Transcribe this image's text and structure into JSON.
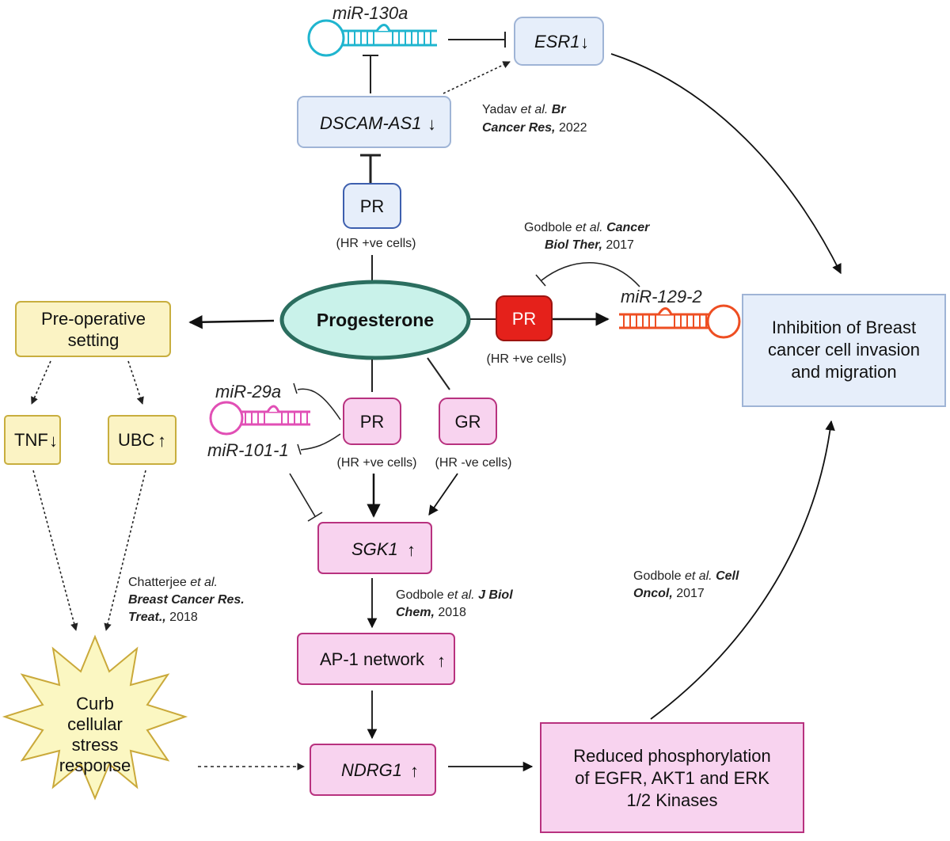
{
  "colors": {
    "blue_box": "#e6eefa",
    "blue_border": "#9fb4d6",
    "pink_box": "#f8d3ef",
    "pink_border": "#b8327f",
    "yellow_box": "#fbf3c4",
    "yellow_border": "#c8ae3e",
    "teal_ellipse": "#c9f2ea",
    "teal_border": "#2b6e5f",
    "red_pr": "#e5211b",
    "cyan_mirna": "#1fb5cf",
    "pink_mirna": "#e14fb5",
    "orange_mirna": "#ee4e22",
    "star_fill": "#fbf7c2",
    "star_border": "#caa93a"
  },
  "nodes": {
    "mir130a": "miR-130a",
    "esr1": "ESR1",
    "dscam": "DSCAM-AS1",
    "pr_top": "PR",
    "pr_top_cells": "(HR +ve cells)",
    "progesterone": "Progesterone",
    "pr_red": "PR",
    "pr_red_cells": "(HR +ve cells)",
    "mir129": "miR-129-2",
    "inhibition_lines": [
      "Inhibition of Breast",
      "cancer cell invasion",
      "and migration"
    ],
    "preop_lines": [
      "Pre-operative",
      "setting"
    ],
    "tnf": "TNF",
    "ubc": "UBC",
    "mir29a": "miR-29a",
    "mir101": "miR-101-1",
    "pr_mid": "PR",
    "pr_mid_cells": "(HR +ve cells)",
    "gr": "GR",
    "gr_cells": "(HR -ve cells)",
    "sgk1": "SGK1",
    "ap1": "AP-1 network",
    "ndrg1": "NDRG1",
    "curb_lines": [
      "Curb",
      "cellular",
      "stress",
      "response"
    ],
    "reduced_lines": [
      "Reduced phosphorylation",
      "of EGFR, AKT1 and ERK",
      "1/2 Kinases"
    ]
  },
  "arrows": {
    "down": "↓",
    "up": "↑"
  },
  "citations": {
    "yadav": {
      "a": "Yadav ",
      "b": "et al. ",
      "c": "Br",
      "d": "Cancer Res,",
      "e": " 2022"
    },
    "godbole_cbt": {
      "a": "Godbole ",
      "b": "et al. ",
      "c": "Cancer",
      "d": "Biol Ther,",
      "e": " 2017"
    },
    "chatterjee": {
      "a": "Chatterjee ",
      "b": "et al.",
      "c": "Breast Cancer Res.",
      "d": "Treat.,",
      "e": " 2018"
    },
    "godbole_jbc": {
      "a": "Godbole ",
      "b": "et al. ",
      "c": "J Biol",
      "d": "Chem,",
      "e": " 2018"
    },
    "godbole_co": {
      "a": "Godbole ",
      "b": "et al. ",
      "c": "Cell",
      "d": "Oncol,",
      "e": " 2017"
    }
  }
}
